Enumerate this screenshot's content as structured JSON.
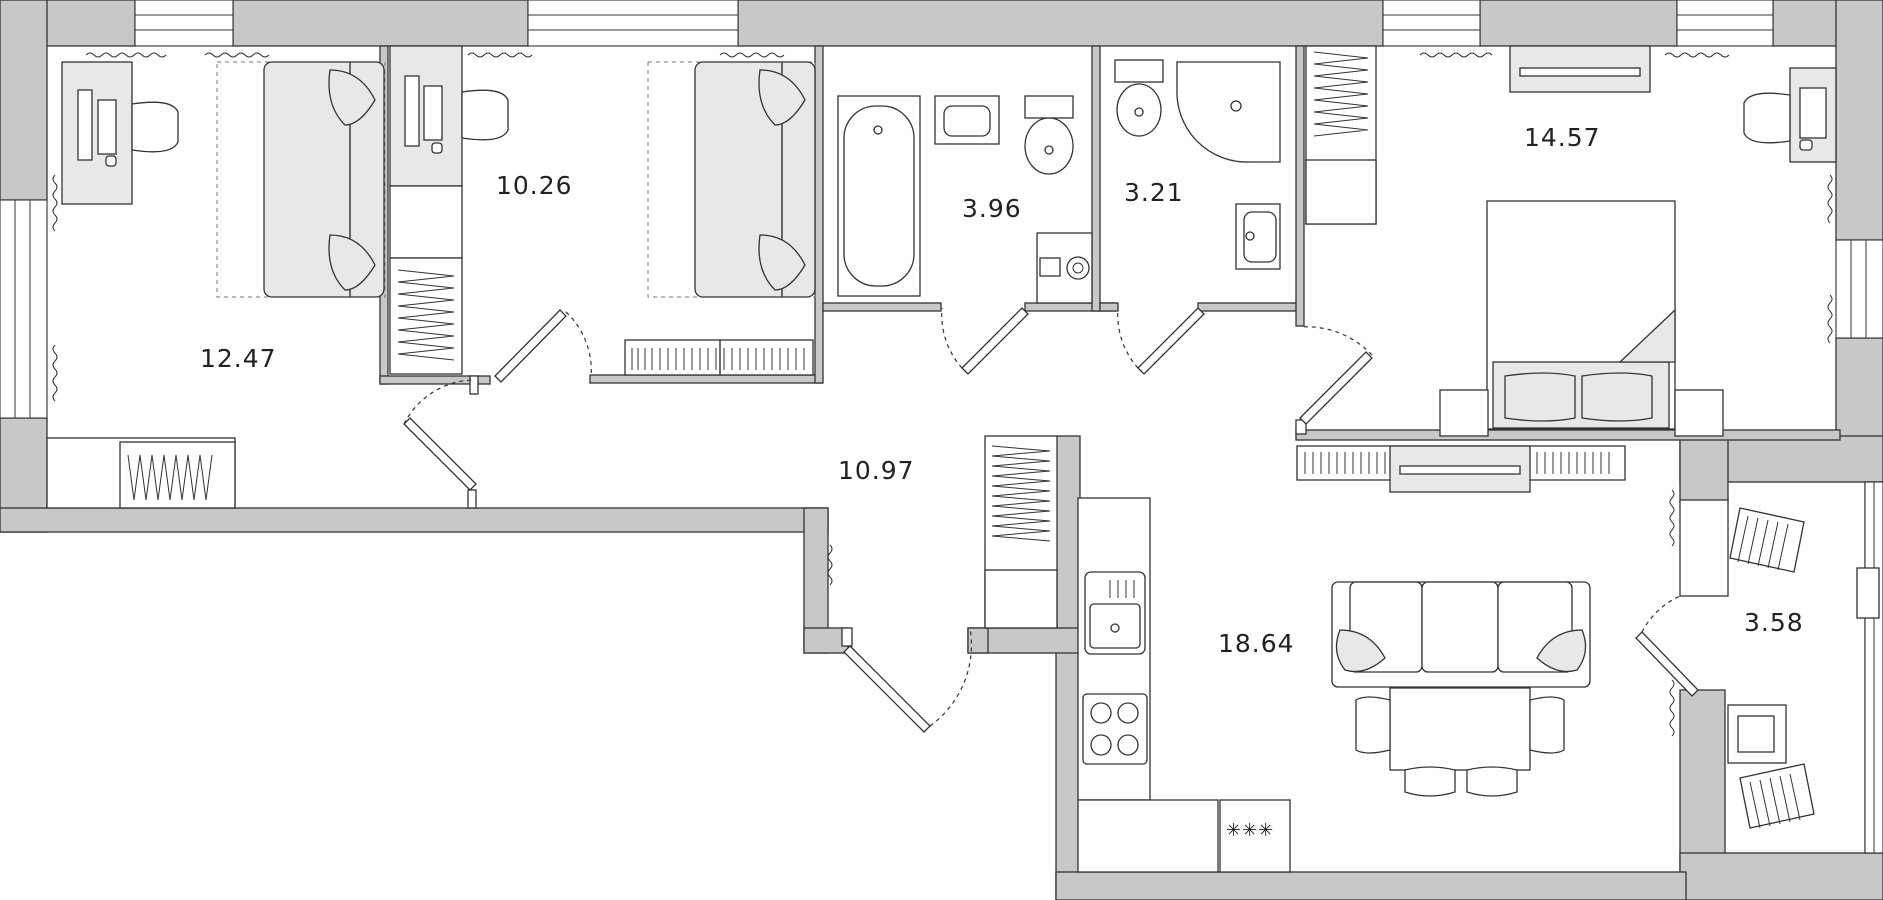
{
  "plan": {
    "rooms": [
      {
        "id": "room-bedroom-left",
        "area": "12.47"
      },
      {
        "id": "room-bedroom-middle",
        "area": "10.26"
      },
      {
        "id": "room-bathroom",
        "area": "3.96"
      },
      {
        "id": "room-toilet-shower",
        "area": "3.21"
      },
      {
        "id": "room-bedroom-right",
        "area": "14.57"
      },
      {
        "id": "room-hallway",
        "area": "10.97"
      },
      {
        "id": "room-living-kitchen",
        "area": "18.64"
      },
      {
        "id": "room-balcony",
        "area": "3.58"
      }
    ],
    "stove_label": "✳✳✳",
    "colors": {
      "wall_fill": "#c8c8c8",
      "line": "#333333",
      "furniture_fill": "#e8e8e8",
      "background": "#ffffff"
    }
  }
}
